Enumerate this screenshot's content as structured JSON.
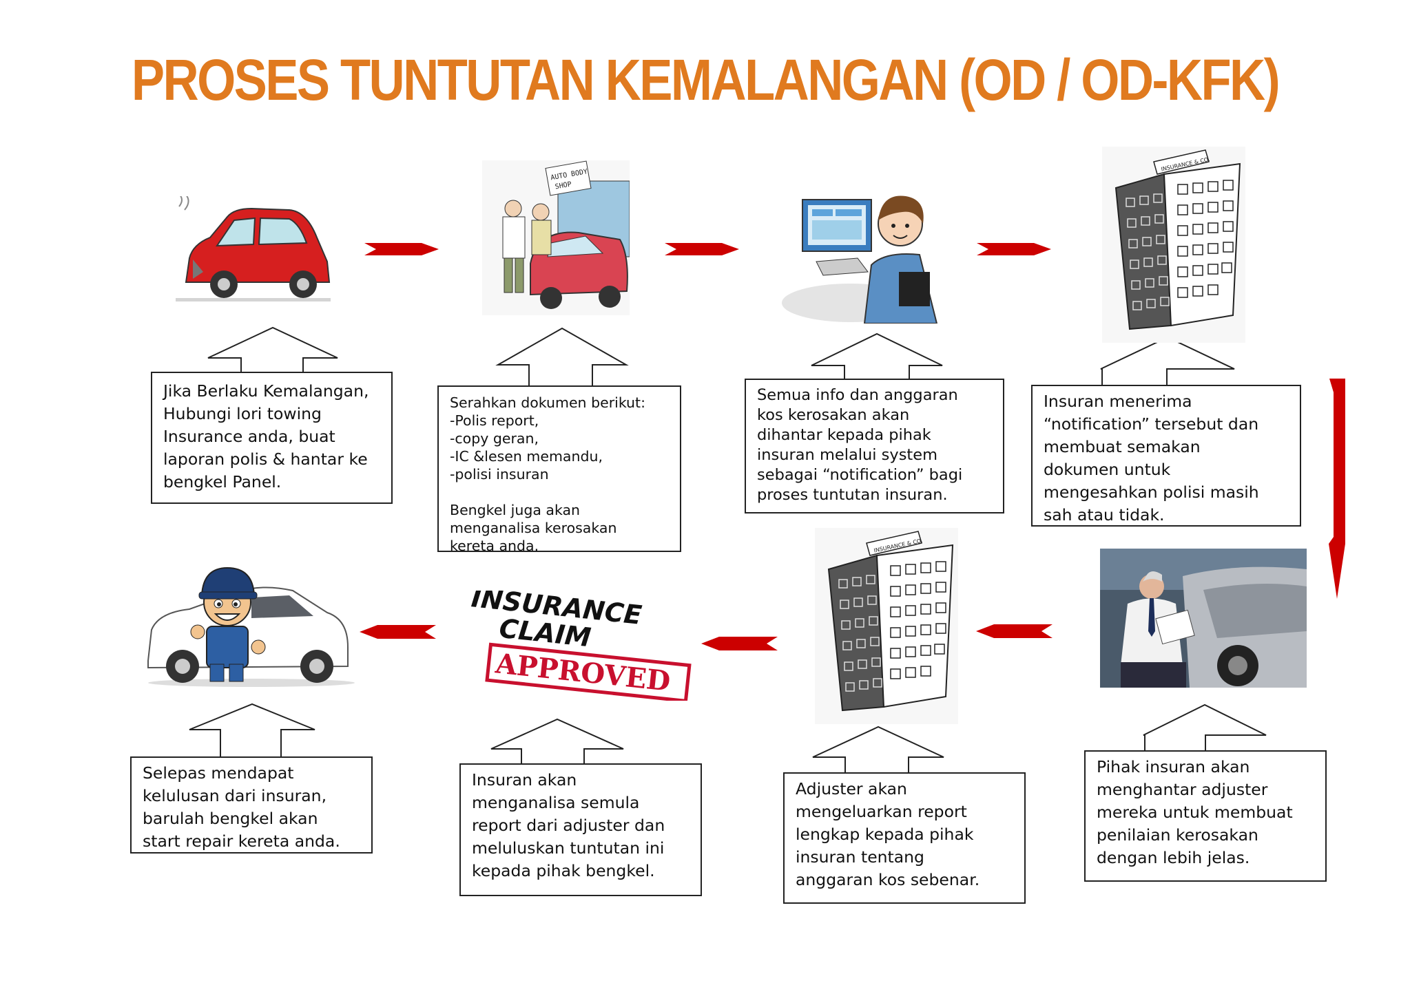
{
  "title": "PROSES TUNTUTAN KEMALANGAN (OD / OD-KFK)",
  "colors": {
    "title": "#e07a1f",
    "arrow_red": "#cc0000",
    "box_border": "#222222",
    "stamp_red": "#c8102e"
  },
  "steps": [
    {
      "text": "Jika Berlaku Kemalangan,\nHubungi lori towing\nInsurance anda, buat\nlaporan polis & hantar ke\nbengkel Panel.",
      "image": "damaged-car-icon"
    },
    {
      "text": "Serahkan dokumen berikut:\n-Polis report,\n-copy geran,\n-IC &lesen memandu,\n-polisi insuran\n\nBengkel juga akan\nmenganalisa kerosakan\nkereta anda.",
      "image": "autobody-shop-cartoon"
    },
    {
      "text": "Semua info dan anggaran\nkos kerosakan akan\ndihantar kepada pihak\ninsuran melalui system\nsebagai “notification” bagi\nproses tuntutan insuran.",
      "image": "man-at-computer-icon"
    },
    {
      "text": "Insuran menerima\n“notification” tersebut dan\nmembuat  semakan\ndokumen untuk\nmengesahkan polisi masih\nsah atau tidak.",
      "image": "insurance-building-icon"
    },
    {
      "text": "Pihak insuran akan\nmenghantar adjuster\nmereka untuk membuat\npenilaian kerosakan\ndengan lebih jelas.",
      "image": "adjuster-inspecting-car-photo"
    },
    {
      "text": "Adjuster akan\nmengeluarkan report\nlengkap kepada pihak\ninsuran tentang\nanggaran kos sebenar.",
      "image": "insurance-building-icon"
    },
    {
      "text": "Insuran akan\nmenganalisa semula\nreport dari adjuster dan\nmeluluskan tuntutan ini\nkepada pihak bengkel.",
      "image": "claim-approved-stamp"
    },
    {
      "text": "Selepas mendapat\nkelulusan dari insuran,\nbarulah bengkel akan\nstart repair kereta anda.",
      "image": "mechanic-with-car-icon"
    }
  ],
  "illustrations": {
    "building_sign": "INSURANCE & CO.",
    "shop_sign": "AUTO BODY\nSHOP",
    "stamp": {
      "line1": "INSURANCE",
      "line2": "CLAIM",
      "line3": "APPROVED"
    }
  }
}
